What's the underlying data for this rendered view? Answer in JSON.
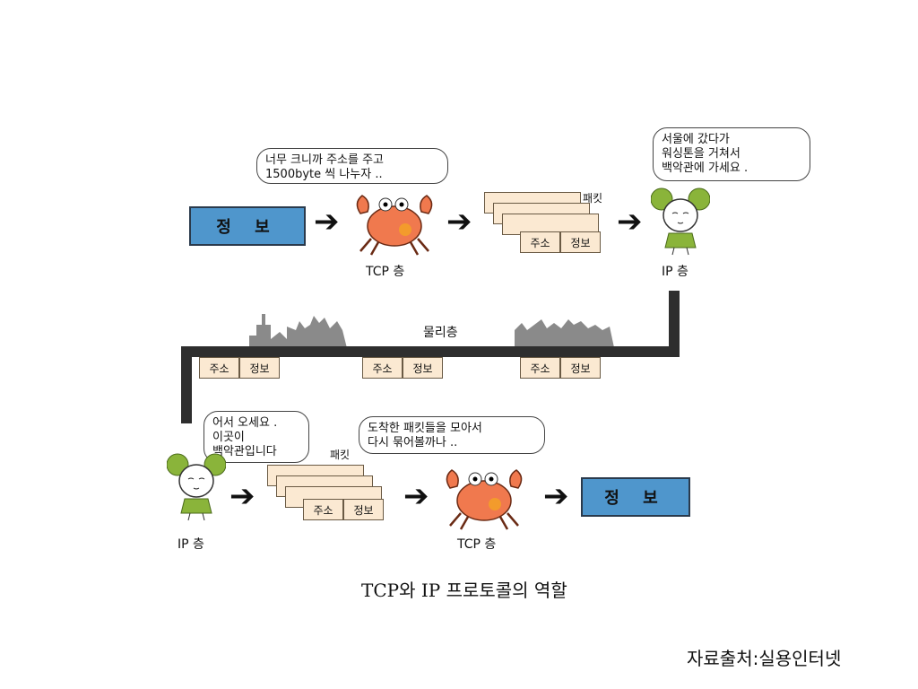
{
  "diagram": {
    "info_label": "정 보",
    "packet_label": "패킷",
    "cell_address": "주소",
    "cell_info": "정보",
    "tcp_layer": "TCP 층",
    "ip_layer": "IP 층",
    "physical_layer": "물리층",
    "bubble_tcp_send": "너무 크니까 주소를  주고\n1500byte 씩 나누자 ..",
    "bubble_ip_send": "서울에 갔다가\n워싱톤을 거쳐서\n백악관에 가세요 .",
    "bubble_ip_receive": "어서 오세요 .\n이곳이\n백악관입니다",
    "bubble_tcp_receive": "도착한 패킷들을 모아서\n다시 묶어볼까나 ..",
    "arrow_glyph": "➔"
  },
  "caption": "TCP와 IP 프로토콜의 역할",
  "source": "자료출처:실용인터넷",
  "colors": {
    "info_box": "#4f96cc",
    "crab": "#f0794e",
    "girl_hair": "#8ab43a",
    "packet": "#fbe9d2",
    "cable": "#2e2e2e",
    "city": "#8a8a8a"
  }
}
